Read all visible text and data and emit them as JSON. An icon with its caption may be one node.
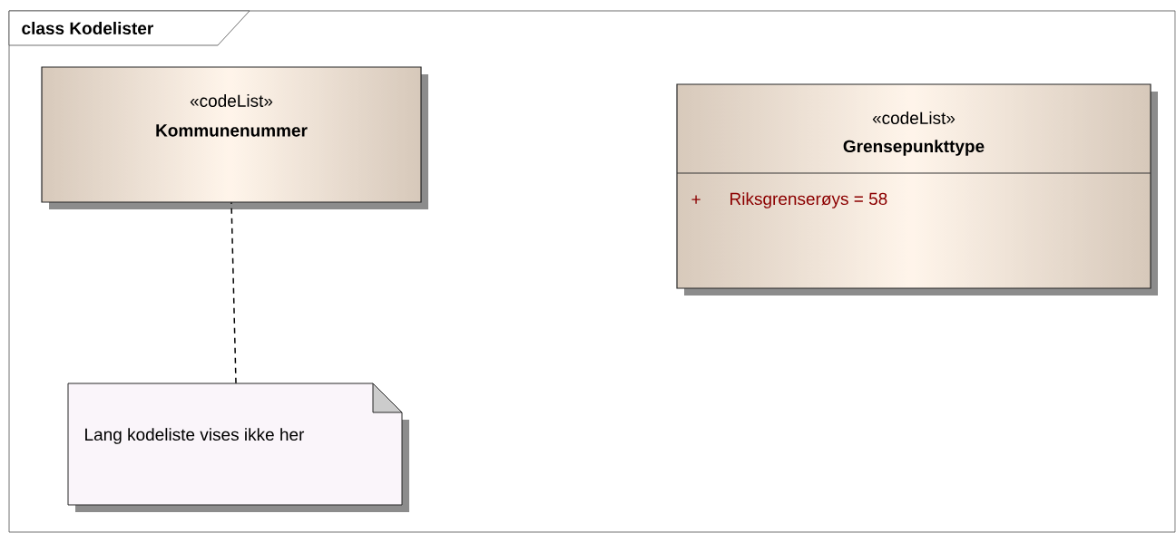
{
  "diagram": {
    "title": "class Kodelister",
    "nodes": [
      {
        "text": [
          "«codeList»",
          "Kommunenummer"
        ]
      },
      {
        "text": [
          "«codeList»",
          "Grensepunkttype",
          "+",
          "Riksgrenserøys = 58"
        ]
      },
      {
        "text": [
          "Lang kodeliste vises ikke her"
        ]
      }
    ],
    "edges": [
      {
        "from": 2,
        "to": 0,
        "arrow": "none",
        "style": "dashed"
      }
    ]
  }
}
